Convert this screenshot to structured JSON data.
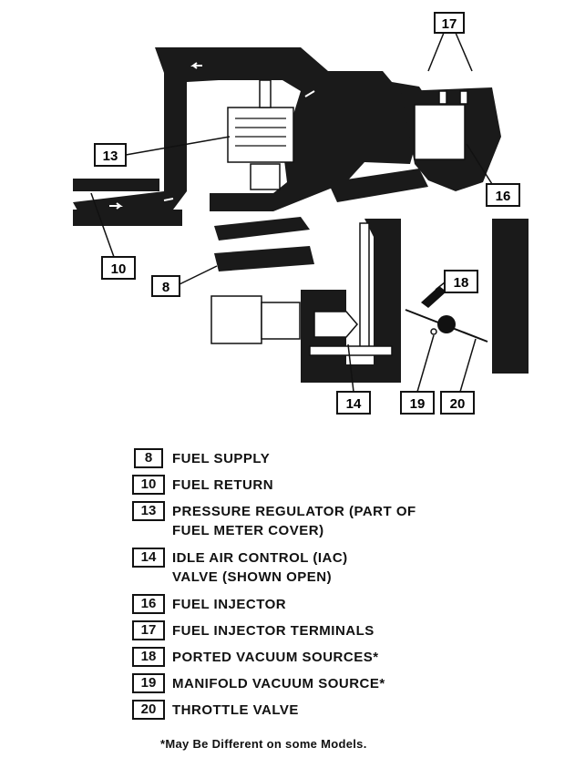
{
  "callouts": {
    "c8": "8",
    "c10": "10",
    "c13": "13",
    "c14": "14",
    "c16": "16",
    "c17": "17",
    "c18": "18",
    "c19": "19",
    "c20": "20"
  },
  "legend": [
    {
      "num": "8",
      "text": "FUEL SUPPLY"
    },
    {
      "num": "10",
      "text": "FUEL RETURN"
    },
    {
      "num": "13",
      "text": "PRESSURE REGULATOR (PART OF\nFUEL METER COVER)"
    },
    {
      "num": "14",
      "text": "IDLE AIR CONTROL (IAC)\nVALVE (SHOWN OPEN)"
    },
    {
      "num": "16",
      "text": "FUEL INJECTOR"
    },
    {
      "num": "17",
      "text": "FUEL INJECTOR TERMINALS"
    },
    {
      "num": "18",
      "text": "PORTED VACUUM SOURCES*"
    },
    {
      "num": "19",
      "text": "MANIFOLD VACUUM SOURCE*"
    },
    {
      "num": "20",
      "text": "THROTTLE VALVE"
    }
  ],
  "footnote": "*May Be Different on some Models."
}
